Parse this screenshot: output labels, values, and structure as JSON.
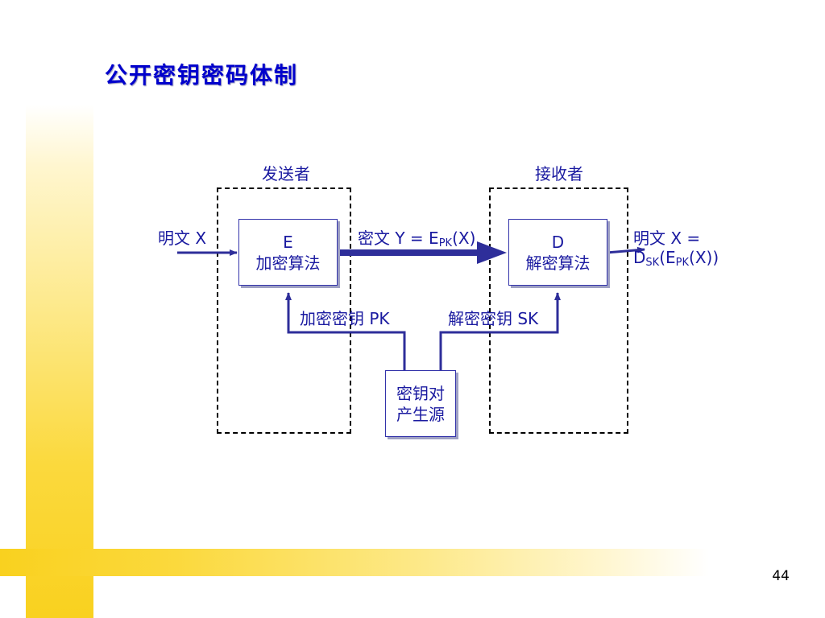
{
  "slide": {
    "title": "公开密钥密码体制",
    "page_number": "44"
  },
  "diagram": {
    "sender_label": "发送者",
    "receiver_label": "接收者",
    "plaintext_in": "明文 X",
    "encrypt_box": {
      "letter": "E",
      "name": "加密算法"
    },
    "decrypt_box": {
      "letter": "D",
      "name": "解密算法"
    },
    "ciphertext": {
      "prefix": "密文 Y = E",
      "sub": "PK",
      "suffix": "(X)"
    },
    "plaintext_out": {
      "line1": "明文 X =",
      "d": "D",
      "d_sub": "SK",
      "mid": "(E",
      "mid_sub": "PK",
      "end": "(X))"
    },
    "enc_key_label": "加密密钥 PK",
    "dec_key_label": "解密密钥 SK",
    "keygen_box": {
      "line1": "密钥对",
      "line2": "产生源"
    },
    "colors": {
      "line": "#2e2e9a",
      "text": "#1a1aa0",
      "box_shadow": "#9ea0c4",
      "deco": "#f9d11f"
    }
  }
}
